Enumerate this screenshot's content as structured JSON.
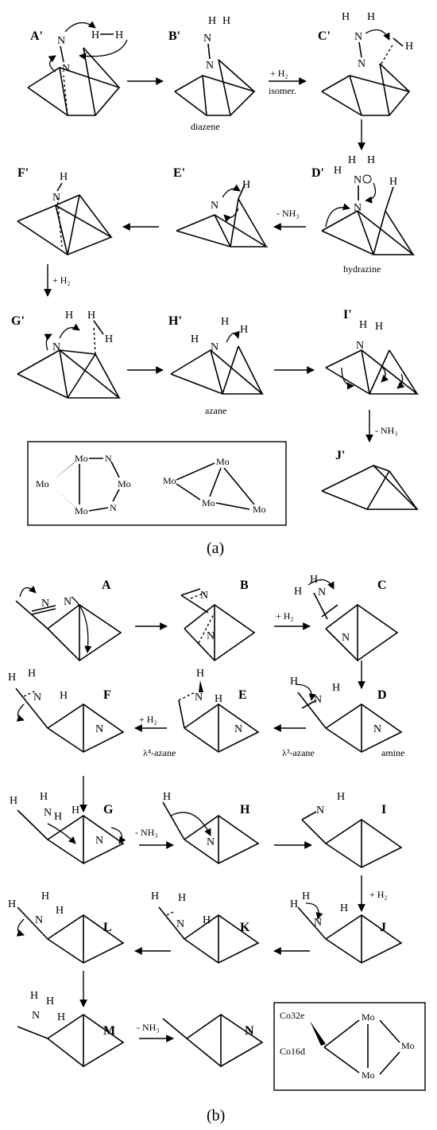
{
  "panel_a": {
    "label": "(a)",
    "species": {
      "A": "A'",
      "B": "B'",
      "C": "C'",
      "D": "D'",
      "E": "E'",
      "F": "F'",
      "G": "G'",
      "H": "H'",
      "I": "I'",
      "J": "J'"
    },
    "captions": {
      "diazene": "diazene",
      "hydrazine": "hydrazine",
      "azane": "azane"
    },
    "arrow_labels": {
      "h2": "+ H₂",
      "isomer": "isomer.",
      "minus_nh3": "- NH₃"
    },
    "legend": {
      "mo": "Mo",
      "n": "N"
    }
  },
  "panel_b": {
    "label": "(b)",
    "species": {
      "A": "A",
      "B": "B",
      "C": "C",
      "D": "D",
      "E": "E",
      "F": "F",
      "G": "G",
      "H": "H",
      "I": "I",
      "J": "J",
      "K": "K",
      "L": "L",
      "M": "M",
      "N": "N"
    },
    "captions": {
      "lambda4": "λ⁴-azane",
      "lambda3": "λ³-azane",
      "amine": "amine"
    },
    "arrow_labels": {
      "h2": "+ H₂",
      "minus_nh3": "- NH₃"
    },
    "legend": {
      "co32e": "Co32e",
      "co16d": "Co16d",
      "mo": "Mo"
    }
  },
  "atoms": {
    "N": "N",
    "H": "H"
  }
}
